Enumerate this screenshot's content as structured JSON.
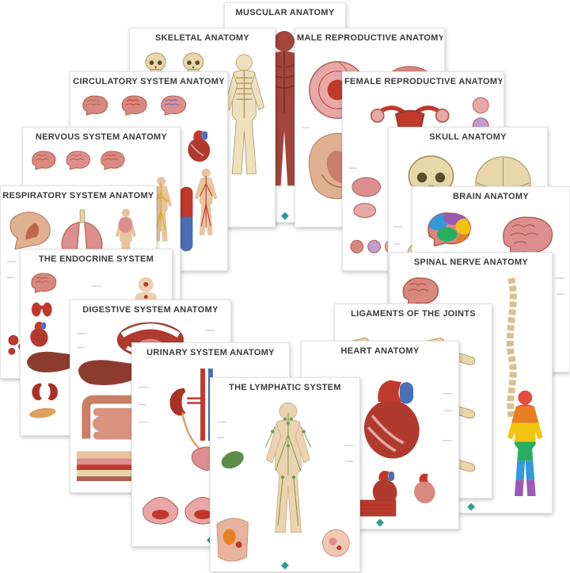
{
  "page": {
    "background": "#ffffff",
    "description": "Set of sixteen anatomy posters fanned in a ring"
  },
  "posters": [
    {
      "id": "muscular",
      "title": "MUSCULAR ANATOMY",
      "illustration": "muscle-figures"
    },
    {
      "id": "skeletal",
      "title": "SKELETAL ANATOMY",
      "illustration": "skeleton-and-skulls"
    },
    {
      "id": "male-reproductive",
      "title": "MALE REPRODUCTIVE ANATOMY",
      "illustration": "male-reproductive-diagrams"
    },
    {
      "id": "circulatory",
      "title": "CIRCULATORY SYSTEM ANATOMY",
      "illustration": "heart-vessels-figure"
    },
    {
      "id": "female-reproductive",
      "title": "FEMALE REPRODUCTIVE ANATOMY",
      "illustration": "uterus-and-follicles"
    },
    {
      "id": "nervous",
      "title": "NERVOUS SYSTEM ANATOMY",
      "illustration": "brains-and-nerve-figure"
    },
    {
      "id": "skull",
      "title": "SKULL ANATOMY",
      "illustration": "skull-views"
    },
    {
      "id": "respiratory",
      "title": "RESPIRATORY SYSTEM ANATOMY",
      "illustration": "lungs-and-airway"
    },
    {
      "id": "brain",
      "title": "BRAIN ANATOMY",
      "illustration": "brain-lobe-views"
    },
    {
      "id": "endocrine",
      "title": "THE ENDOCRINE SYSTEM",
      "illustration": "glands-and-organs"
    },
    {
      "id": "spinal-nerve",
      "title": "SPINAL NERVE ANATOMY",
      "illustration": "spine-and-dermatome-figure"
    },
    {
      "id": "digestive",
      "title": "DIGESTIVE SYSTEM ANATOMY",
      "illustration": "mouth-liver-intestines"
    },
    {
      "id": "ligaments",
      "title": "LIGAMENTS OF THE JOINTS",
      "illustration": "joint-ligament-grid"
    },
    {
      "id": "urinary",
      "title": "URINARY SYSTEM ANATOMY",
      "illustration": "kidneys-and-bladder"
    },
    {
      "id": "heart",
      "title": "HEART ANATOMY",
      "illustration": "heart-views"
    },
    {
      "id": "lymphatic",
      "title": "THE LYMPHATIC SYSTEM",
      "illustration": "lymph-node-figure"
    }
  ],
  "colors": {
    "poster_background": "#ffffff",
    "title_text": "#3a3a3a",
    "bone_tan": "#e8d7ab",
    "muscle_red": "#a3453a",
    "skin": "#e8c39e",
    "organ_pink": "#dd8f8f",
    "artery_red": "#c0392b",
    "vein_blue": "#4a6fb5",
    "liver_brown": "#8e3b2f",
    "lymph_green": "#6b9e4e",
    "brand_teal": "#2a9d8f"
  }
}
